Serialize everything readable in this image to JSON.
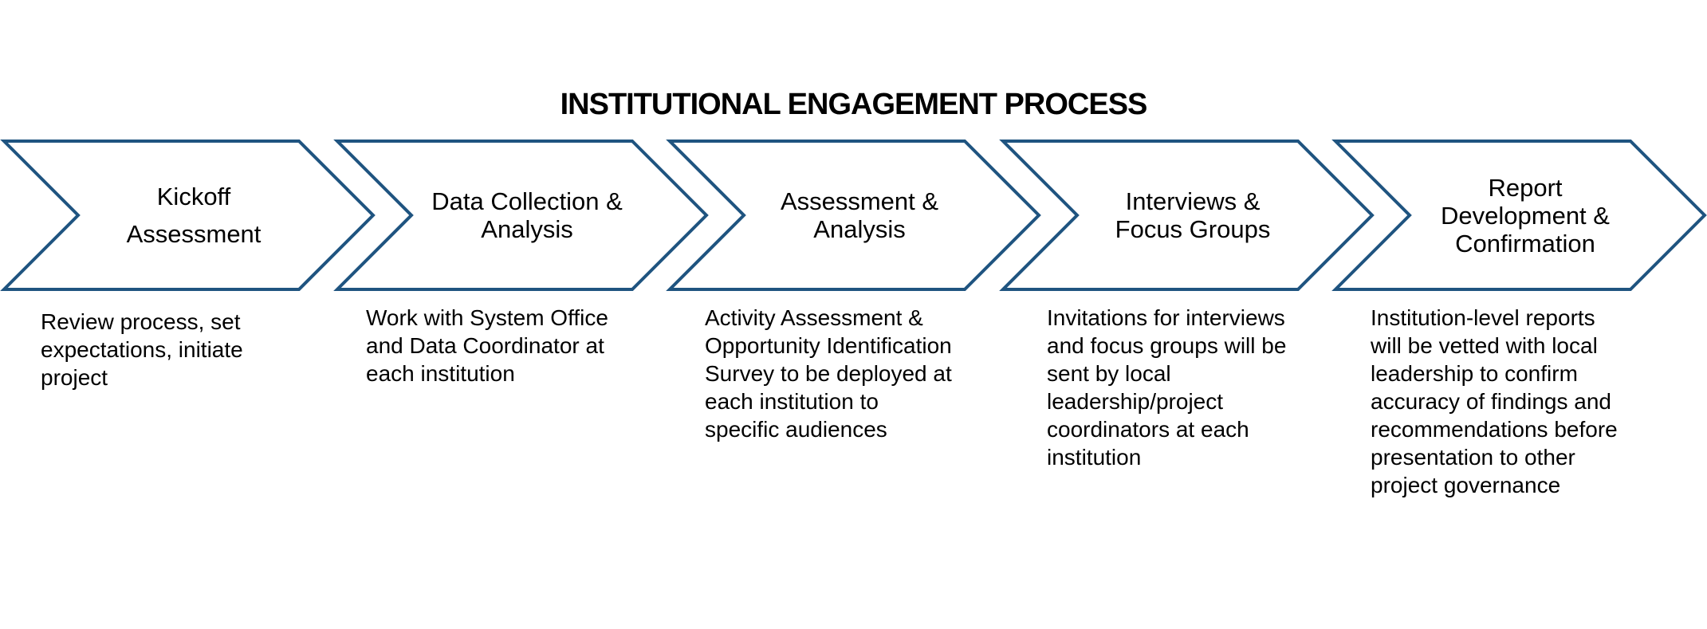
{
  "title": "INSTITUTIONAL ENGAGEMENT PROCESS",
  "colors": {
    "arrow_stroke": "#1f5480",
    "arrow_fill": "#ffffff",
    "text": "#000000"
  },
  "steps": [
    {
      "label_lines": [
        "Kickoff",
        "Assessment"
      ],
      "description_lines": [
        "Review process, set",
        "expectations, initiate",
        "project"
      ]
    },
    {
      "label_lines": [
        "Data Collection &",
        "Analysis"
      ],
      "description_lines": [
        "Work with System Office",
        "and Data Coordinator at",
        "each institution"
      ]
    },
    {
      "label_lines": [
        "Assessment &",
        "Analysis"
      ],
      "description_lines": [
        "Activity Assessment &",
        "Opportunity Identification",
        "Survey to be deployed at",
        "each institution to",
        "specific audiences"
      ]
    },
    {
      "label_lines": [
        "Interviews &",
        "Focus Groups"
      ],
      "description_lines": [
        "Invitations for interviews",
        "and focus groups will be",
        "sent by local",
        "leadership/project",
        "coordinators at each",
        "institution"
      ]
    },
    {
      "label_lines": [
        "Report",
        "Development &",
        "Confirmation"
      ],
      "description_lines": [
        "Institution-level reports",
        "will be vetted with local",
        "leadership to confirm",
        "accuracy of findings and",
        "recommendations before",
        "presentation to other",
        "project governance"
      ]
    }
  ]
}
